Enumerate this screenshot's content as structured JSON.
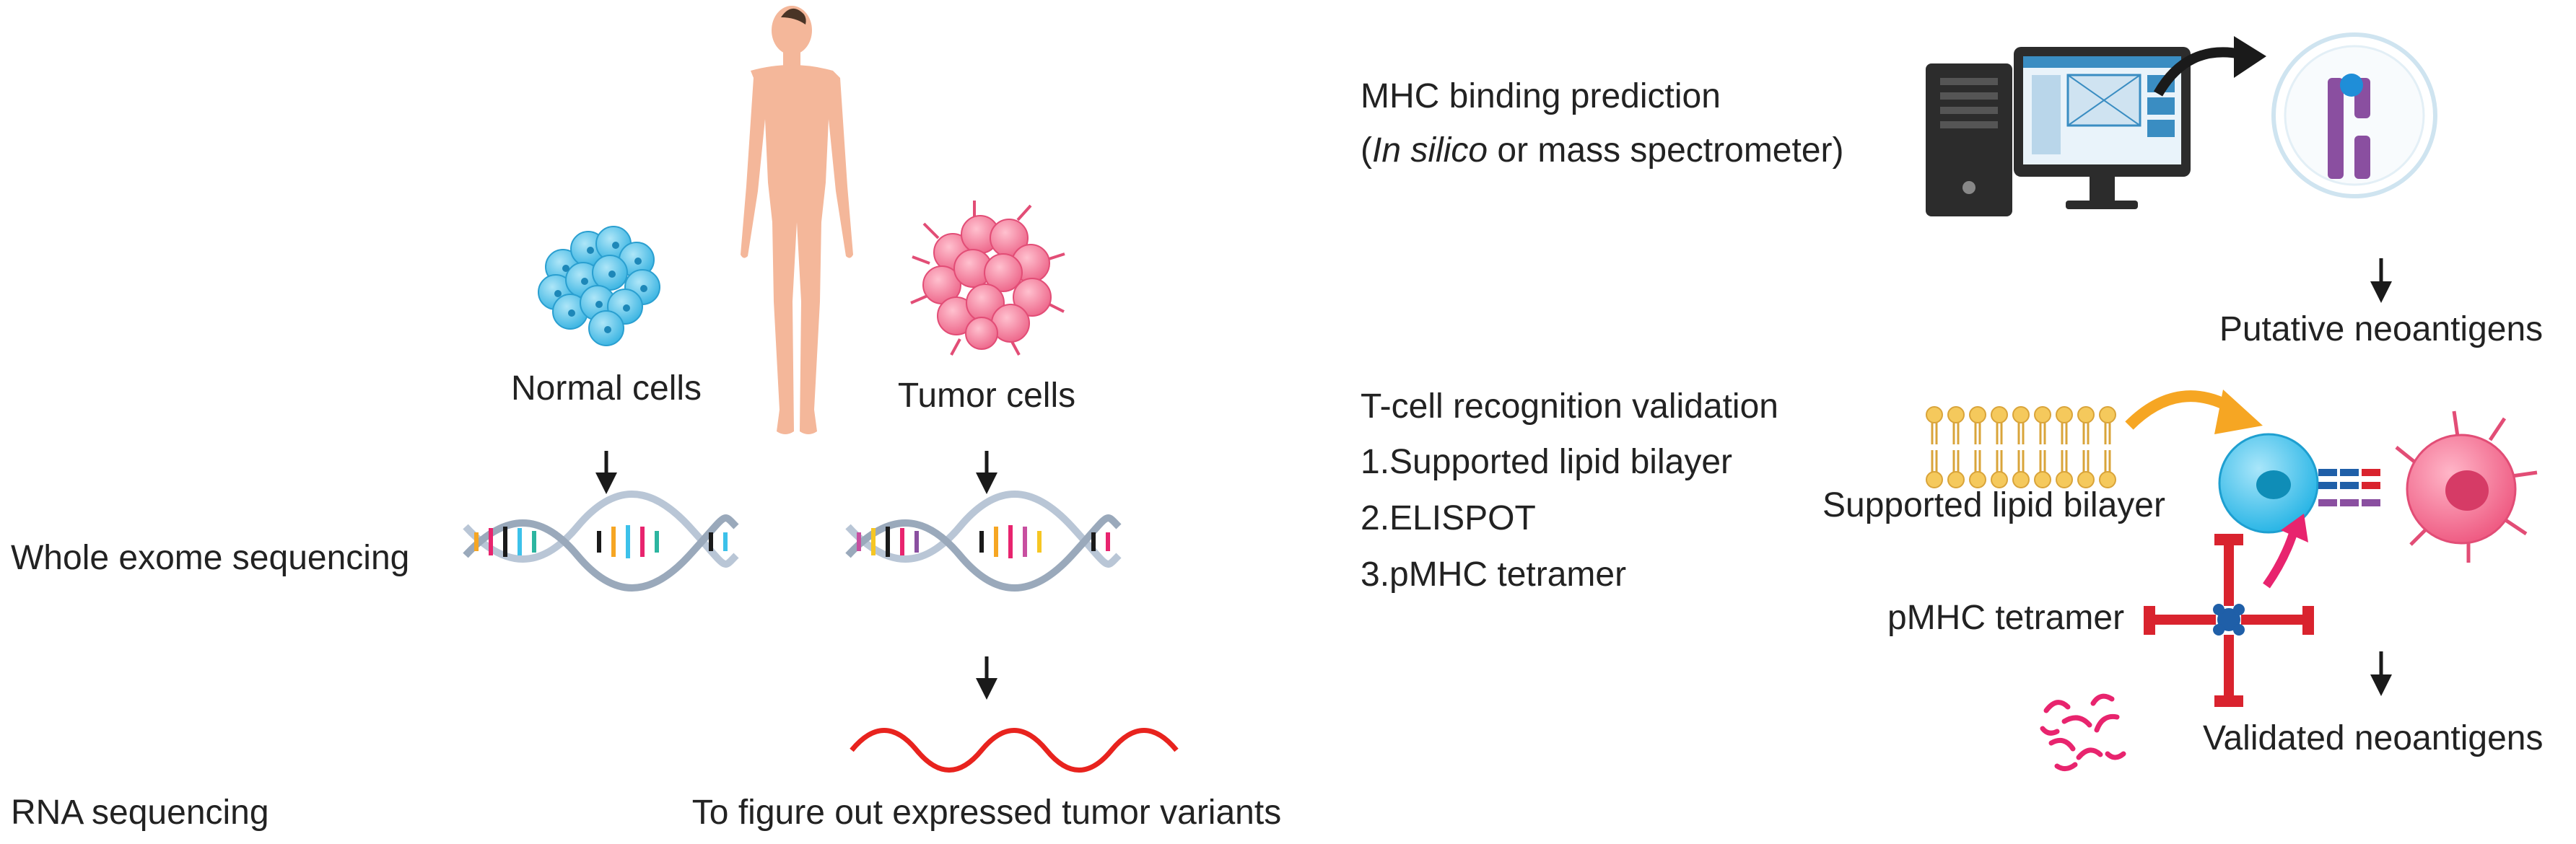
{
  "labels": {
    "normal_cells": "Normal cells",
    "tumor_cells": "Tumor cells",
    "whole_exome": "Whole exome sequencing",
    "rna_sequencing": "RNA sequencing",
    "expressed_variants": "To figure out expressed tumor variants",
    "mhc_title": "MHC binding prediction",
    "mhc_paren_open": "(",
    "mhc_in_silico": "In silico",
    "mhc_rest": " or mass spectrometer)",
    "putative": "Putative neoantigens",
    "tcell_title": "T-cell recognition validation",
    "method_1": "1.Supported lipid bilayer",
    "method_2": "2.ELISPOT",
    "method_3": "3.pMHC tetramer",
    "supported_bilayer": "Supported lipid bilayer",
    "pmhc_tetramer": "pMHC tetramer",
    "validated": "Validated neoantigens"
  },
  "colors": {
    "normal_cell": "#5bc8ec",
    "tumor_cell": "#f07a9a",
    "skin": "#f4b79a",
    "arrow": "#1a1a1a",
    "rna_wave": "#e8231e",
    "lipid": "#f5c95c",
    "lipid_arrow": "#f6a623",
    "t_cell": "#3cc1ea",
    "mhc_purple": "#8a4fa0",
    "tetramer_red": "#d9232e",
    "tetramer_blue": "#1f5fa8",
    "monitor": "#2c2c2c",
    "screen": "#3a8dc2",
    "pink_arrow": "#e8246e"
  },
  "icons": [
    "human-body-icon",
    "normal-cells-icon",
    "tumor-cells-icon",
    "dna-icon",
    "rna-wave-icon",
    "computer-icon",
    "mhc-molecule-icon",
    "lipid-bilayer-icon",
    "t-cell-icon",
    "tumor-cell-icon",
    "tetramer-icon",
    "peptides-icon"
  ]
}
